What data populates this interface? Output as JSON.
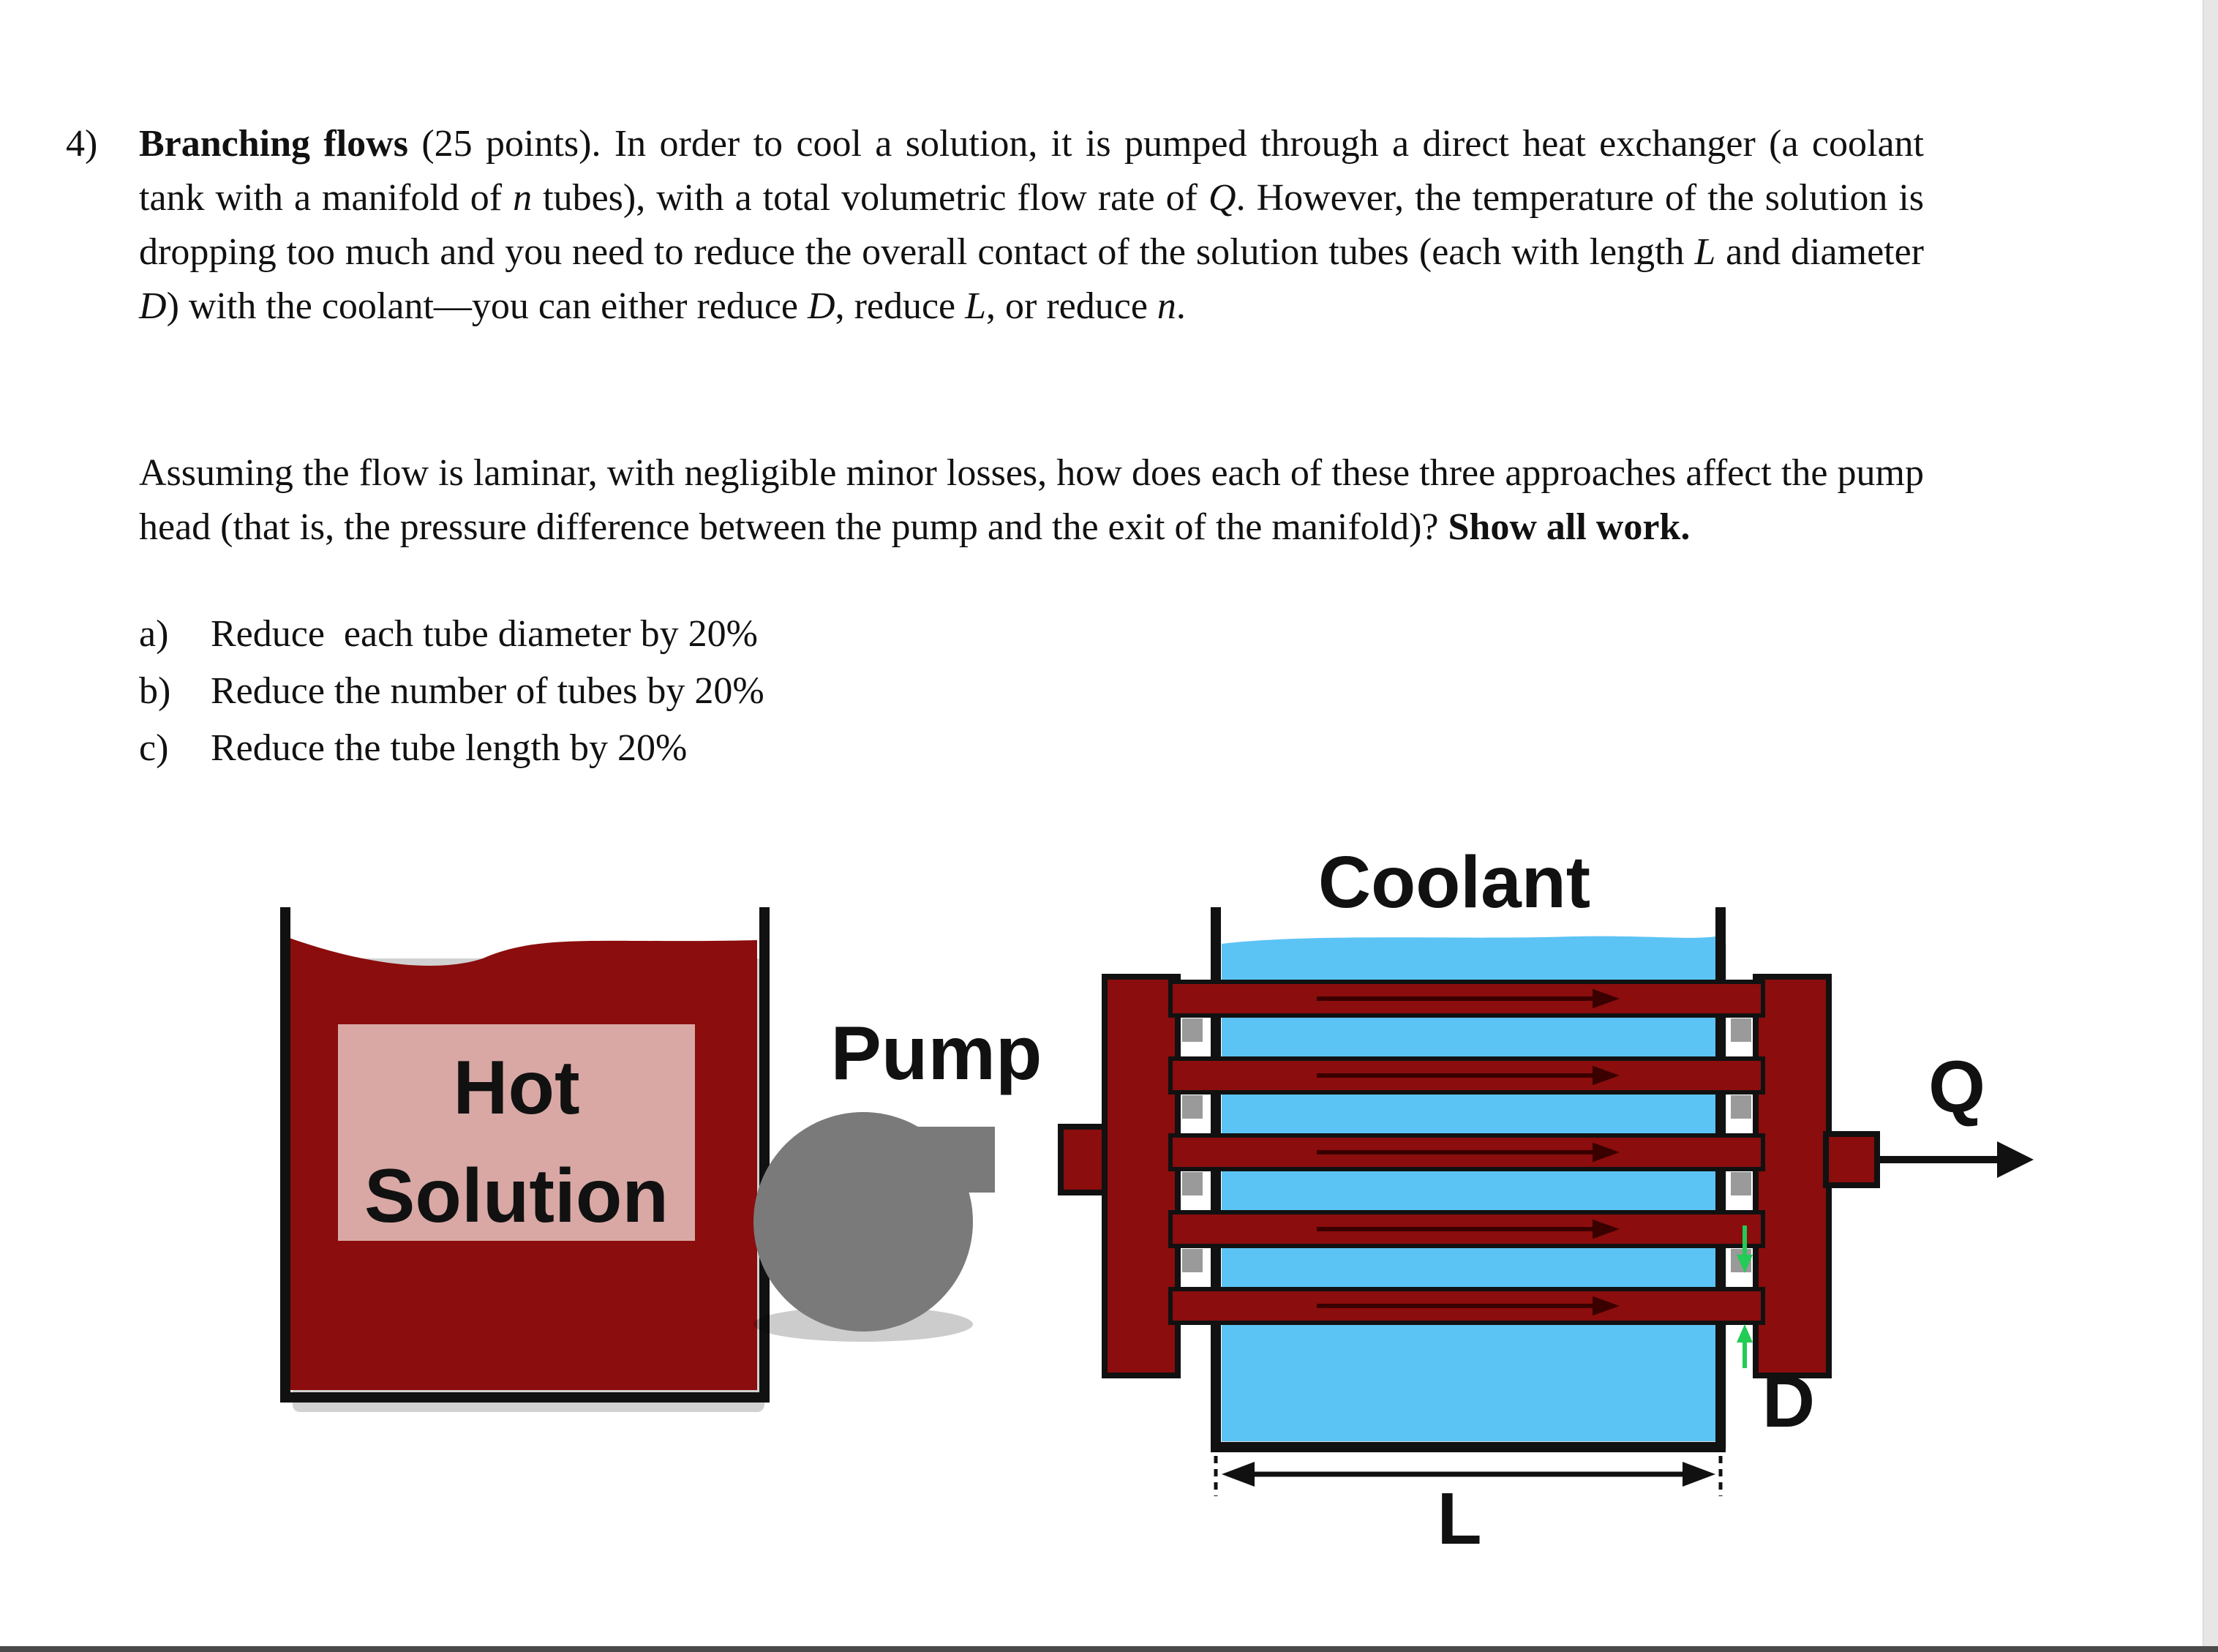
{
  "question": {
    "number": "4)",
    "title": "Branching flows",
    "intro": {
      "t0": " (25 points). In order to cool a solution, it is pumped through a direct heat exchanger (a coolant tank with a manifold of ",
      "m0": "n",
      "t1": " tubes), with a total volumetric flow rate of ",
      "m1": "Q",
      "t2": ". However, the temperature of the solution is dropping too much and you need to reduce the overall contact of the solution tubes (each with length ",
      "m2": "L",
      "t3": " and diameter ",
      "m3": "D",
      "t4": ") with the coolant—you can either reduce ",
      "m4": "D",
      "t5": ", reduce ",
      "m5": "L",
      "t6": ", or reduce ",
      "m6": "n",
      "t7": "."
    },
    "prompt": "Assuming the flow is laminar, with negligible minor losses, how does each of these three approaches affect the pump head (that is, the pressure difference between the pump and the exit of the manifold)? ",
    "prompt_bold": "Show all work.",
    "items": [
      {
        "label": "a)",
        "text": "Reduce  each tube diameter by 20%"
      },
      {
        "label": "b)",
        "text": "Reduce the number of tubes by 20%"
      },
      {
        "label": "c)",
        "text": "Reduce the tube length by 20%"
      }
    ]
  },
  "figure": {
    "tank_line1": "Hot",
    "tank_line2": "Solution",
    "pump_label": "Pump",
    "coolant_label": "Coolant",
    "outflow_label": "Q",
    "diameter_label": "D",
    "length_label": "L",
    "colors": {
      "solution": "#8b0d0d",
      "solution_label_bg": "#d9a8a4",
      "coolant": "#5cc4f5",
      "pump": "#7a7a7a",
      "outline": "#111111",
      "diameter_arrow": "#22cc55"
    }
  }
}
